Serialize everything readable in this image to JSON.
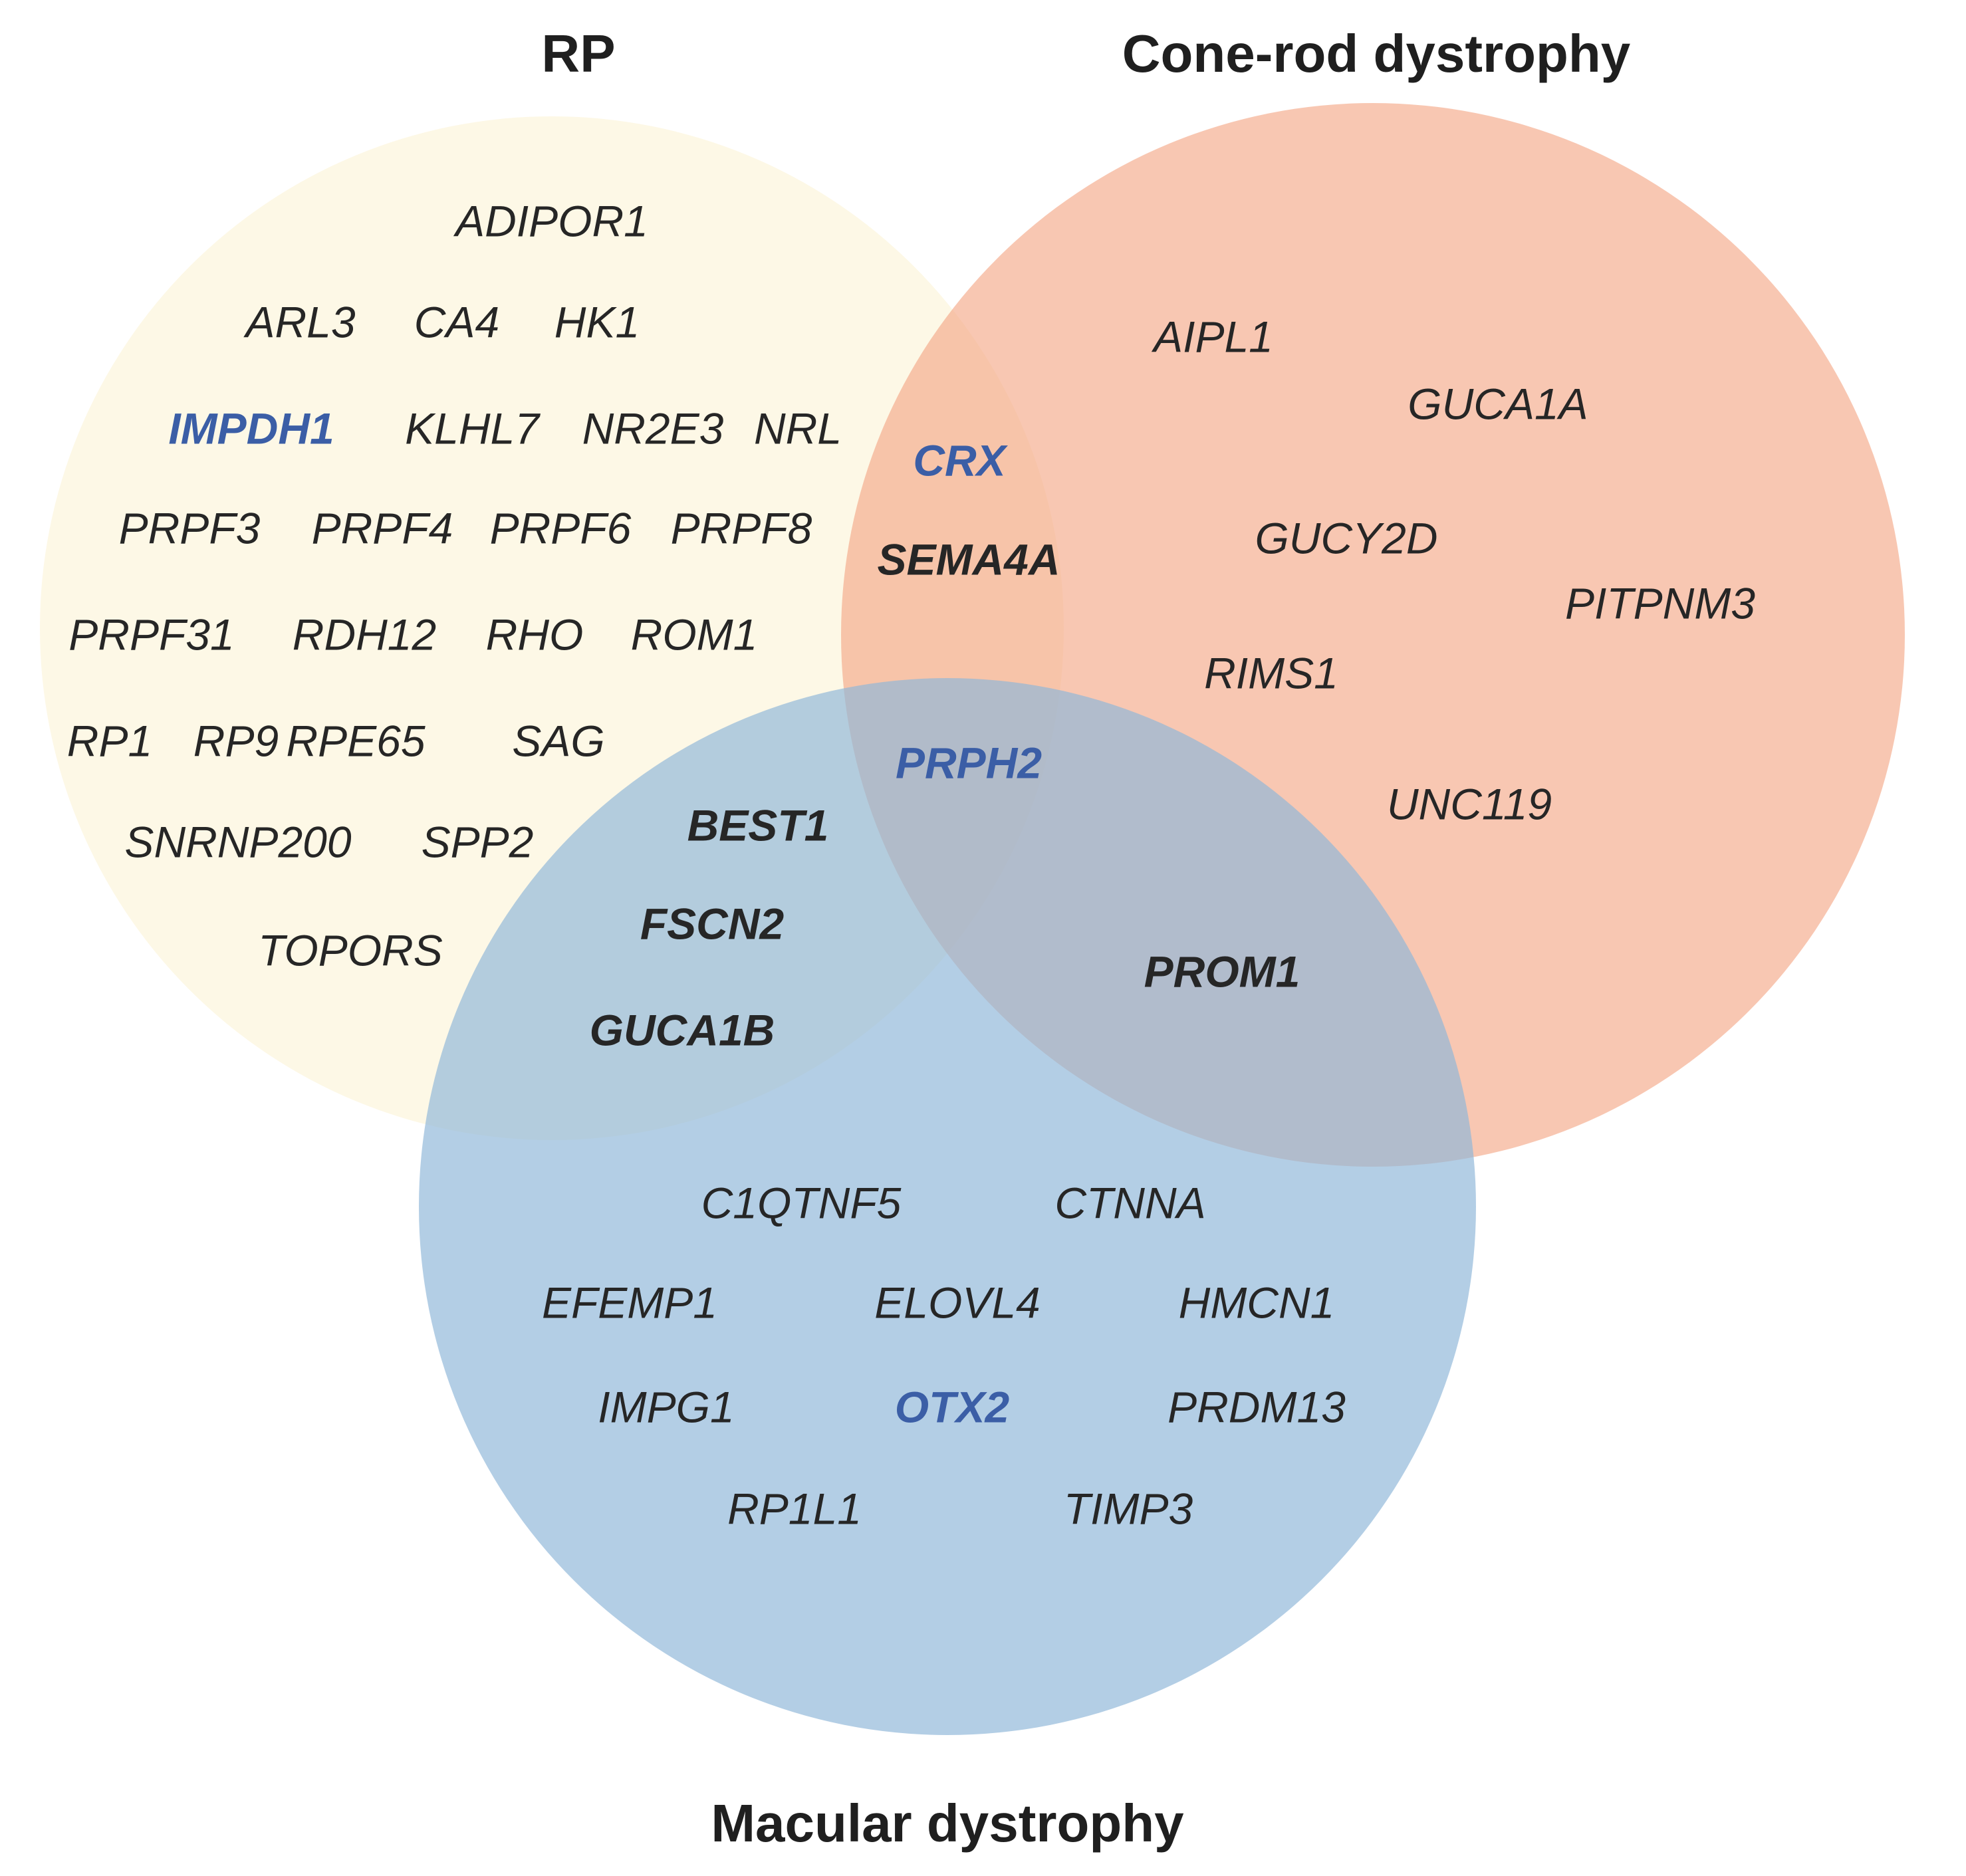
{
  "sets": {
    "rp": {
      "title": "RP",
      "color": "#fdf6df"
    },
    "cone_rod": {
      "title": "Cone-rod dystrophy",
      "color": "#f4a583"
    },
    "macular": {
      "title": "Macular dystrophy",
      "color": "#8fb7d8"
    }
  },
  "colors": {
    "text": "#262626",
    "highlight": "#3b5ea6"
  },
  "regions": {
    "rp_only": [
      "ADIPOR1",
      "ARL3",
      "CA4",
      "HK1",
      "IMPDH1",
      "KLHL7",
      "NR2E3",
      "NRL",
      "PRPF3",
      "PRPF4",
      "PRPF6",
      "PRPF8",
      "PRPF31",
      "RDH12",
      "RHO",
      "ROM1",
      "RP1",
      "RP9",
      "RPE65",
      "SAG",
      "SNRNP200",
      "SPP2",
      "TOPORS"
    ],
    "cone_rod_only": [
      "AIPL1",
      "GUCA1A",
      "GUCY2D",
      "PITPNM3",
      "RIMS1",
      "UNC119"
    ],
    "macular_only": [
      "C1QTNF5",
      "CTNNA",
      "EFEMP1",
      "ELOVL4",
      "HMCN1",
      "IMPG1",
      "OTX2",
      "PRDM13",
      "RP1L1",
      "TIMP3"
    ],
    "rp_cone_rod": [
      "CRX",
      "SEMA4A"
    ],
    "rp_macular": [
      "BEST1",
      "FSCN2",
      "GUCA1B"
    ],
    "cone_rod_macular": [
      "PROM1"
    ],
    "all_three": [
      "PRPH2"
    ]
  },
  "bold_genes": [
    "IMPDH1",
    "CRX",
    "SEMA4A",
    "PRPH2",
    "BEST1",
    "FSCN2",
    "GUCA1B",
    "PROM1",
    "OTX2"
  ],
  "highlighted_genes": [
    "IMPDH1",
    "CRX",
    "PRPH2",
    "OTX2"
  ]
}
